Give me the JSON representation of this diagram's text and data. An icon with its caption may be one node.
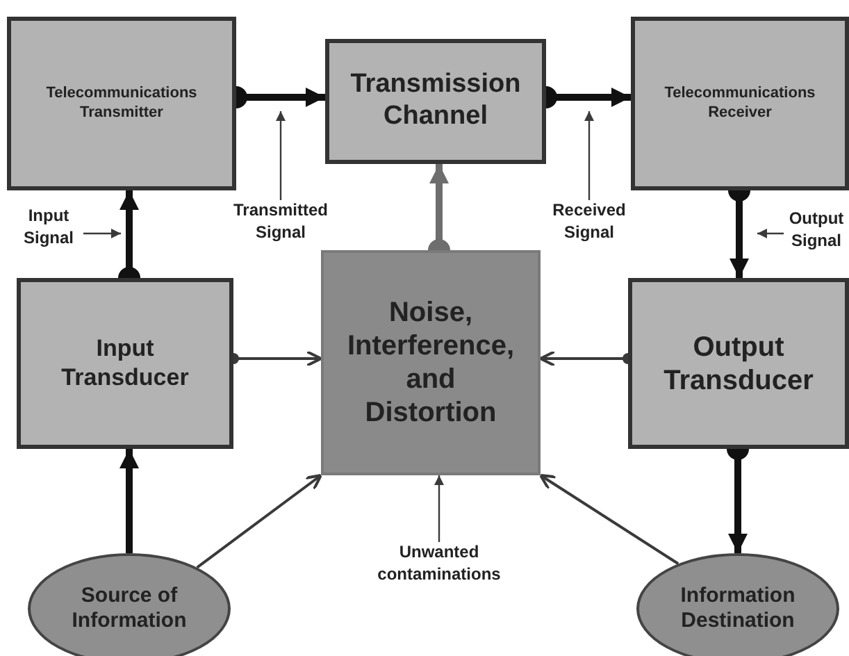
{
  "diagram": {
    "nodes": [
      {
        "text": [
          "Telecommunications Transmitter"
        ]
      },
      {
        "text": [
          "Transmission Channel"
        ]
      },
      {
        "text": [
          "Telecommunications Receiver"
        ]
      },
      {
        "text": [
          "Input Transducer"
        ]
      },
      {
        "text": [
          "Noise, Interference, and Distortion"
        ]
      },
      {
        "text": [
          "Output Transducer"
        ]
      },
      {
        "text": [
          "Source of Information"
        ]
      },
      {
        "text": [
          "Information Destination"
        ]
      },
      {
        "text": [
          "Input Signal"
        ]
      },
      {
        "text": [
          "Transmitted Signal"
        ]
      },
      {
        "text": [
          "Received Signal"
        ]
      },
      {
        "text": [
          "Output Signal"
        ]
      },
      {
        "text": [
          "Unwanted contaminations"
        ]
      }
    ],
    "edges": [
      {
        "from": 6,
        "to": 3,
        "arrow": "to",
        "style": "thick"
      },
      {
        "from": 3,
        "to": 0,
        "arrow": "to",
        "style": "thick"
      },
      {
        "from": 0,
        "to": 1,
        "arrow": "to",
        "style": "thick"
      },
      {
        "from": 1,
        "to": 2,
        "arrow": "to",
        "style": "thick"
      },
      {
        "from": 2,
        "to": 5,
        "arrow": "to",
        "style": "thick"
      },
      {
        "from": 5,
        "to": 7,
        "arrow": "to",
        "style": "thick"
      },
      {
        "from": 4,
        "to": 1,
        "arrow": "to",
        "style": "thick",
        "color": "#6e6e6e"
      },
      {
        "from": 3,
        "to": 4,
        "arrow": "to"
      },
      {
        "from": 5,
        "to": 4,
        "arrow": "to"
      },
      {
        "from": 6,
        "to": 4,
        "arrow": "to"
      },
      {
        "from": 7,
        "to": 4,
        "arrow": "to"
      },
      {
        "from": 8,
        "to": null,
        "arrow": "to"
      },
      {
        "from": 9,
        "to": null,
        "arrow": "to"
      },
      {
        "from": 10,
        "to": null,
        "arrow": "to"
      },
      {
        "from": 11,
        "to": null,
        "arrow": "to"
      },
      {
        "from": 12,
        "to": 4,
        "arrow": "to"
      }
    ]
  }
}
